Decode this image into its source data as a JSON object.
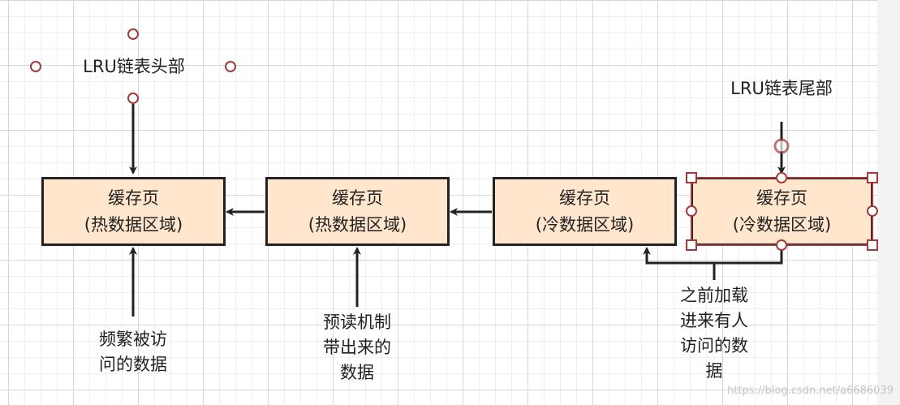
{
  "labels": {
    "head": "LRU链表头部",
    "tail": "LRU链表尾部"
  },
  "boxes": [
    {
      "title": "缓存页",
      "subtitle": "(热数据区域)"
    },
    {
      "title": "缓存页",
      "subtitle": "(热数据区域)"
    },
    {
      "title": "缓存页",
      "subtitle": "(冷数据区域)"
    },
    {
      "title": "缓存页",
      "subtitle": "(冷数据区域)"
    }
  ],
  "annotations": {
    "frequent": [
      "频繁被访",
      "问的数据"
    ],
    "prefetch": [
      "预读机制",
      "带出来的",
      "数据"
    ],
    "accessed": [
      "之前加载",
      "进来有人",
      "访问的数",
      "据"
    ]
  },
  "watermark": "https://blog.csdn.net/a6686039",
  "colors": {
    "box_fill": "#ffe6cc",
    "box_border": "#222222",
    "selection": "#a33a3a"
  }
}
